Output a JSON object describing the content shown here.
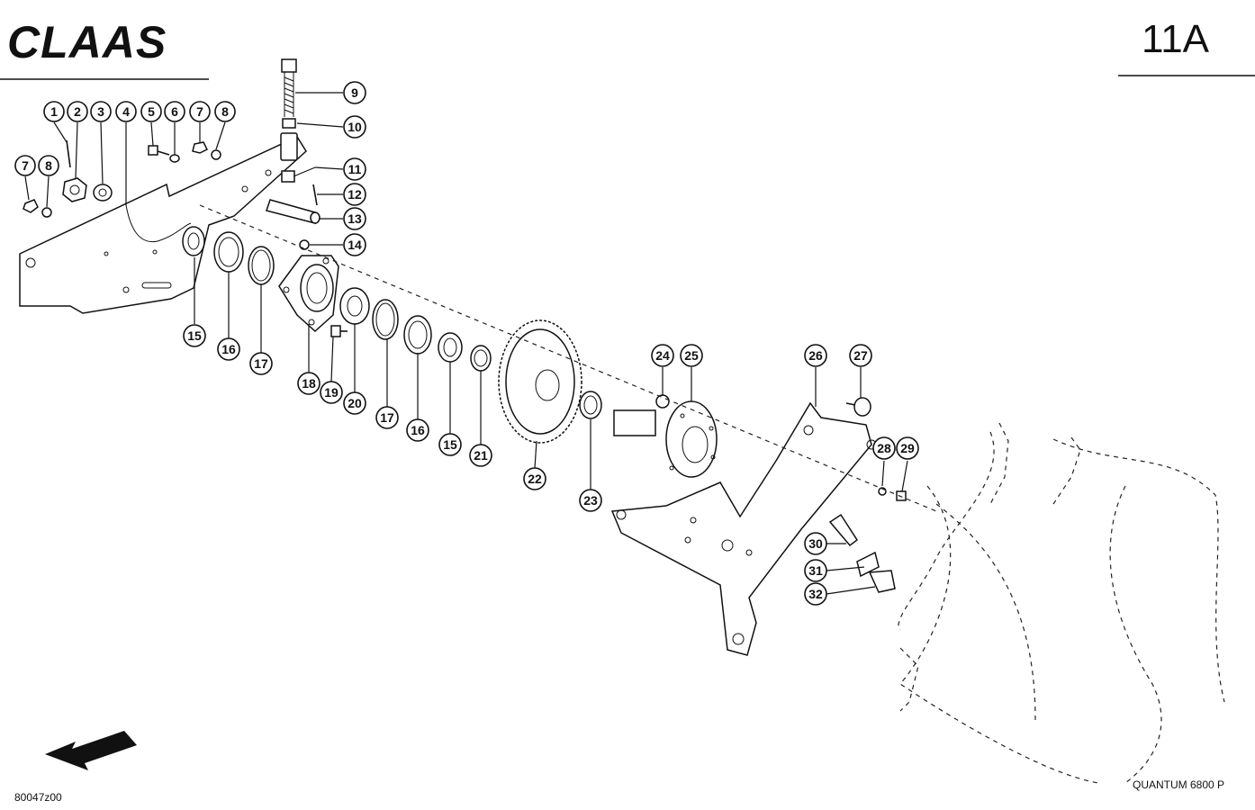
{
  "header": {
    "brand": "CLAAS",
    "page_code": "11A"
  },
  "footer": {
    "drawing_number": "80047z00",
    "model": "QUANTUM 6800 P"
  },
  "callouts": [
    "1",
    "2",
    "3",
    "4",
    "5",
    "6",
    "7",
    "8",
    "7",
    "8",
    "9",
    "10",
    "11",
    "12",
    "13",
    "14",
    "15",
    "16",
    "17",
    "18",
    "19",
    "20",
    "17",
    "16",
    "15",
    "21",
    "22",
    "23",
    "24",
    "25",
    "26",
    "27",
    "28",
    "29",
    "30",
    "31",
    "32"
  ]
}
